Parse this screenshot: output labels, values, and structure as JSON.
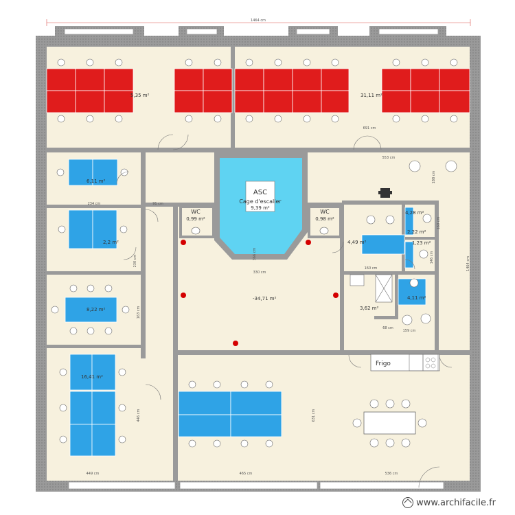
{
  "plan": {
    "room_areas": {
      "top_left_open_space": "5,35 m²",
      "top_right_open_space": "31,11 m²",
      "office_1": "6,11 m²",
      "office_2": "2,2 m²",
      "meeting_room": "8,22 m²",
      "office_bottom_left": "16,41 m²",
      "wc_left_area": "0,99 m²",
      "wc_right_area": "0,98 m²",
      "stair_cage_area": "9,39 m²",
      "central_hall": "-34,71 m²",
      "office_right_mid": "4,49 m²",
      "small_room_a": "4,28 m²",
      "small_room_b": "2,22 m²",
      "small_room_c": "1,23 m²",
      "shower_room": "4,11 m²",
      "kitchen_corridor": "3,62 m²"
    },
    "labels": {
      "elevator": "ASC",
      "stair_cage": "Cage d'escalier",
      "wc_left": "WC",
      "wc_right": "WC",
      "fridge": "Frigo"
    },
    "dimensions": {
      "top_total": "1464 cm",
      "right_total": "1464 cm",
      "top_right_span": "691 cm",
      "right_upper_span": "553 cm",
      "left_office_width": "234 cm",
      "corridor_width": "91 cm",
      "bottom_left": "449 cm",
      "bottom_mid": "465 cm",
      "bottom_right": "536 cm",
      "hall_width": "330 cm",
      "small_a": "160 cm",
      "small_b": "68 cm",
      "small_c": "159 cm",
      "vertical_a": "230 cm",
      "vertical_b": "446 cm",
      "vertical_c": "631 cm",
      "vertical_d": "188 cm",
      "vertical_e": "160 cm",
      "vertical_f": "366 cm",
      "vertical_g": "146 cm",
      "vertical_h": "163 cm"
    },
    "watermark": "www.archifacile.fr"
  },
  "colors": {
    "floor": "#f7f1de",
    "wall": "#9a9a9a",
    "desk_red": "#e01c1c",
    "desk_blue": "#2fa3e6",
    "stair": "#5fd3f2",
    "dimension_line": "#d9534f",
    "marker": "#d40000"
  }
}
